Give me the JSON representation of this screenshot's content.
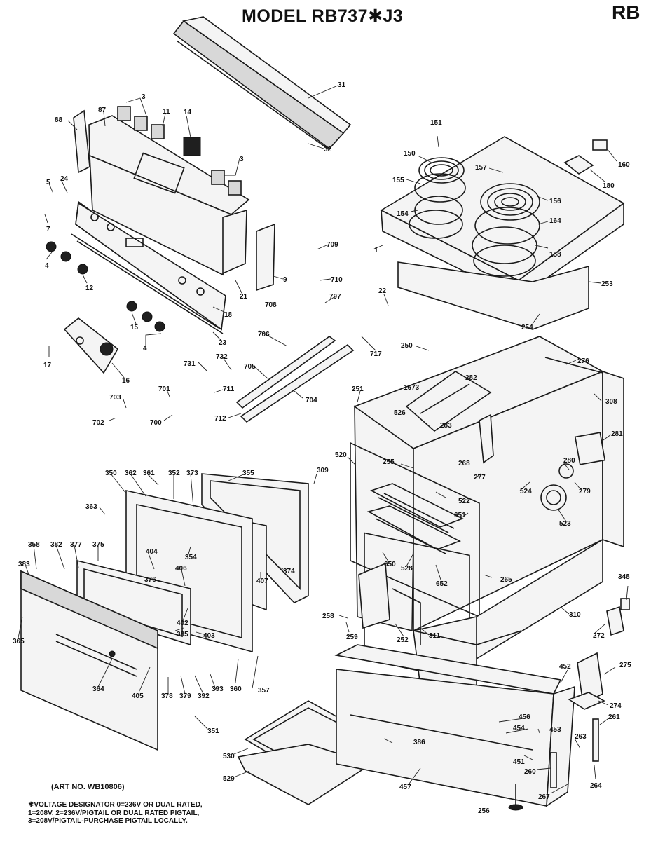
{
  "header": {
    "model_title": "MODEL RB737✱J3",
    "series_code": "RB"
  },
  "footer": {
    "art_number": "(ART NO. WB10806)",
    "note_lines": [
      "✱VOLTAGE DESIGNATOR 0=236V OR DUAL RATED,",
      "1=208V, 2=236V/PIGTAIL OR DUAL RATED PIGTAIL,",
      "3=208V/PIGTAIL-PURCHASE PIGTAIL LOCALLY."
    ]
  },
  "callouts": {
    "c1": "1",
    "c3a": "3",
    "c3b": "3",
    "c4a": "4",
    "c4b": "4",
    "c5": "5",
    "c7": "7",
    "c9": "9",
    "c11": "11",
    "c12": "12",
    "c14": "14",
    "c15": "15",
    "c16": "16",
    "c17": "17",
    "c18": "18",
    "c21": "21",
    "c22": "22",
    "c23": "23",
    "c24": "24",
    "c31": "31",
    "c32": "32",
    "c87": "87",
    "c88": "88",
    "c150": "150",
    "c151": "151",
    "c154": "154",
    "c155": "155",
    "c156": "156",
    "c157": "157",
    "c158": "158",
    "c160": "160",
    "c164": "164",
    "c180": "180",
    "c250": "250",
    "c251": "251",
    "c252": "252",
    "c253": "253",
    "c254": "254",
    "c255": "255",
    "c256": "256",
    "c258": "258",
    "c259": "259",
    "c260": "260",
    "c261": "261",
    "c263": "263",
    "c264": "264",
    "c265": "265",
    "c267": "267",
    "c268": "268",
    "c272": "272",
    "c274": "274",
    "c275": "275",
    "c276": "276",
    "c277": "277",
    "c279": "279",
    "c280": "280",
    "c281": "281",
    "c282": "282",
    "c283": "283",
    "c308": "308",
    "c309": "309",
    "c310": "310",
    "c311": "311",
    "c348": "348",
    "c350": "350",
    "c351": "351",
    "c352": "352",
    "c354": "354",
    "c355": "355",
    "c357": "357",
    "c358": "358",
    "c360": "360",
    "c361": "361",
    "c362": "362",
    "c363": "363",
    "c364": "364",
    "c365": "365",
    "c373": "373",
    "c374": "374",
    "c375": "375",
    "c376": "376",
    "c377": "377",
    "c378": "378",
    "c379": "379",
    "c382": "382",
    "c383": "383",
    "c385": "385",
    "c386": "386",
    "c392": "392",
    "c393": "393",
    "c402": "402",
    "c403": "403",
    "c404": "404",
    "c405": "405",
    "c406": "406",
    "c407": "407",
    "c451": "451",
    "c452": "452",
    "c453": "453",
    "c454": "454",
    "c456": "456",
    "c457": "457",
    "c520": "520",
    "c522": "522",
    "c523": "523",
    "c524": "524",
    "c526": "526",
    "c528": "528",
    "c529": "529",
    "c530": "530",
    "c650": "650",
    "c651": "651",
    "c652": "652",
    "c700": "700",
    "c701": "701",
    "c702": "702",
    "c703": "703",
    "c704": "704",
    "c705": "705",
    "c706": "706",
    "c707": "707",
    "c708": "708",
    "c709": "709",
    "c710": "710",
    "c711": "711",
    "c712": "712",
    "c717": "717",
    "c731": "731",
    "c732": "732",
    "c1673": "1673"
  }
}
